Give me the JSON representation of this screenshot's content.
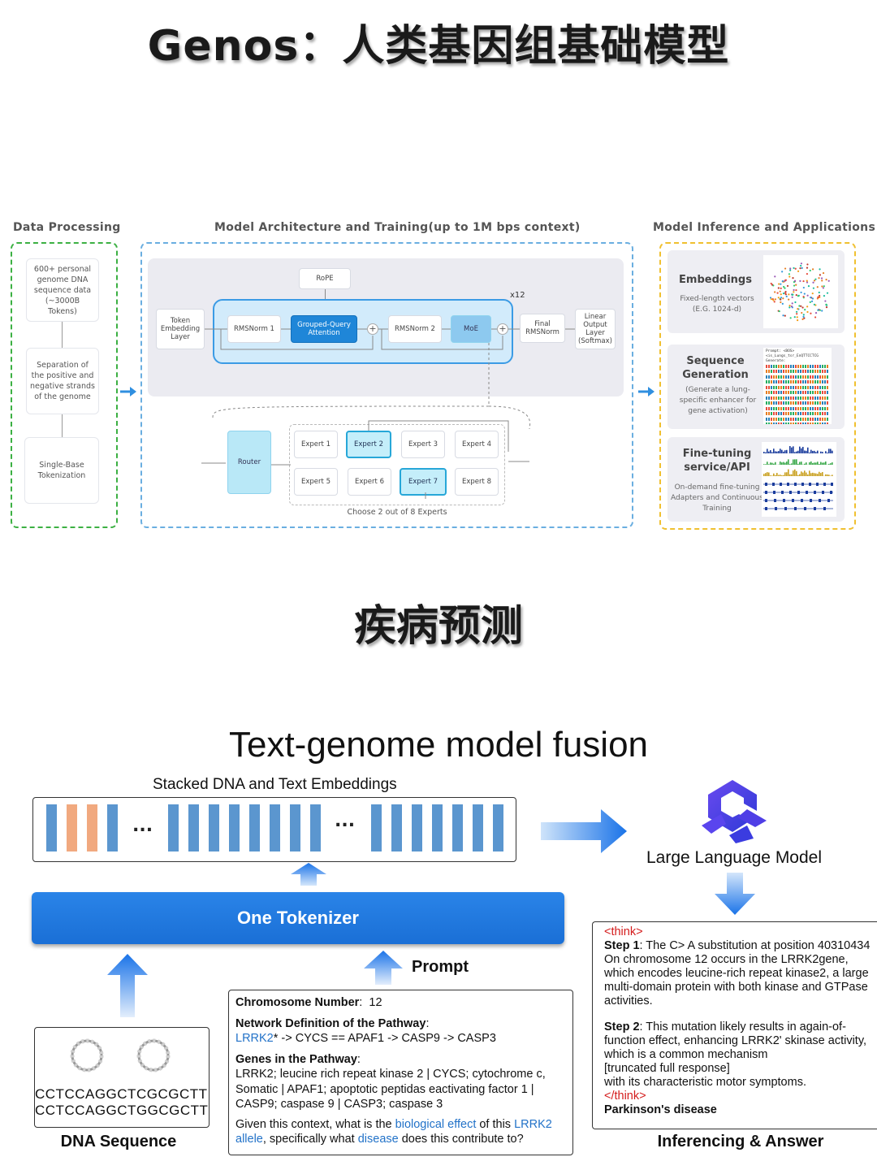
{
  "title_main": "Genos：人类基因组基础模型",
  "sections": {
    "data_processing": "Data Processing",
    "architecture": "Model Architecture and Training(up to 1M bps context)",
    "inference": "Model Inference and Applications"
  },
  "data_processing_steps": [
    "600+ personal genome DNA sequence data (~3000B Tokens)",
    "Separation of the positive and negative strands of the genome",
    "Single-Base Tokenization"
  ],
  "architecture": {
    "rope": "RoPE",
    "token_embedding": "Token Embedding Layer",
    "rmsnorm1": "RMSNorm 1",
    "gqa": "Grouped-Query Attention",
    "rmsnorm2": "RMSNorm 2",
    "moe": "MoE",
    "repeat": "x12",
    "final_rmsnorm": "Final RMSNorm",
    "linear_output": "Linear Output Layer (Softmax)",
    "router": "Router",
    "experts": [
      "Expert 1",
      "Expert 2",
      "Expert 3",
      "Expert 4",
      "Expert 5",
      "Expert 6",
      "Expert 7",
      "Expert 8"
    ],
    "experts_caption": "Choose 2 out of 8 Experts"
  },
  "applications": [
    {
      "title": "Embeddings",
      "desc": "Fixed-length vectors (E.G. 1024-d)"
    },
    {
      "title": "Sequence Generation",
      "desc": "(Generate a lung-specific enhancer for gene activation)"
    },
    {
      "title": "Fine-tuning service/API",
      "desc": "On-demand fine-tuning Adapters and Continuous Training"
    }
  ],
  "seq_gen_thumb": {
    "prompt": "Prompt: <BOS>",
    "tag": "<is_Lungs_tsr_EnQTTCCTCG",
    "generate": "Generate:"
  },
  "title_disease": "疾病预测",
  "title_fusion": "Text-genome model fusion",
  "stacked_label": "Stacked DNA and Text Embeddings",
  "ellipsis": "...",
  "llm_label": "Large Language Model",
  "tokenizer_label": "One Tokenizer",
  "prompt_label": "Prompt",
  "prompt": {
    "chrom_label": "Chromosome Number",
    "chrom_value": "12",
    "network_label": "Network Definition of the Pathway",
    "network_gene": "LRRK2",
    "network_rest": "* -> CYCS == APAF1 -> CASP9 -> CASP3",
    "genes_label": "Genes in the Pathway",
    "genes_text1": "LRRK2; leucine rich repeat kinase 2 | CYCS; cytochrome c,",
    "genes_text2": "Somatic | APAF1; apoptotic peptidas eactivating factor 1 |",
    "genes_text3": "CASP9; caspase 9 | CASP3; caspase 3",
    "q1": "Given this context, what is the ",
    "q2": "biological effect",
    "q3": " of this ",
    "q4": "LRRK2",
    "q5": "allele",
    "q6": ", specifically what ",
    "q7": "disease",
    "q8": " does this contribute to?"
  },
  "answer": {
    "think_open": "<think>",
    "step1_label": "Step 1",
    "step1_l1": ": The C> A substitution at position 40310434",
    "step1_l2": "On chromosome 12 occurs in the LRRK2gene,",
    "step1_l3": "which encodes leucine-rich repeat kinase2, a large",
    "step1_l4": "multi-domain protein with both kinase and GTPase",
    "step1_l5": "activities.",
    "step2_label": "Step 2",
    "step2_l1": ": This mutation likely results in again-of-",
    "step2_l2": "function effect, enhancing LRRK2' skinase activity,",
    "step2_l3": "which is a common mechanism",
    "step2_l4": "[truncated full response]",
    "step2_l5": "with its characteristic motor symptoms.",
    "think_close": "</think>",
    "final": "Parkinson's disease"
  },
  "dna": {
    "seq1": "CCTCCAGGCTCGCGCTT",
    "seq2": "CCTCCAGGCTGGCGCTT"
  },
  "dna_label": "DNA Sequence",
  "answer_label": "Inferencing & Answer",
  "colors": {
    "green_border": "#3cb043",
    "blue_border": "#6aaee0",
    "yellow_border": "#f0c030",
    "tokenizer_blue": "#1f74dd",
    "bar_blue": "#5b96cf",
    "bar_orange": "#f1a97f",
    "highlight_red": "#d41c1c",
    "highlight_blue": "#2272c8"
  }
}
